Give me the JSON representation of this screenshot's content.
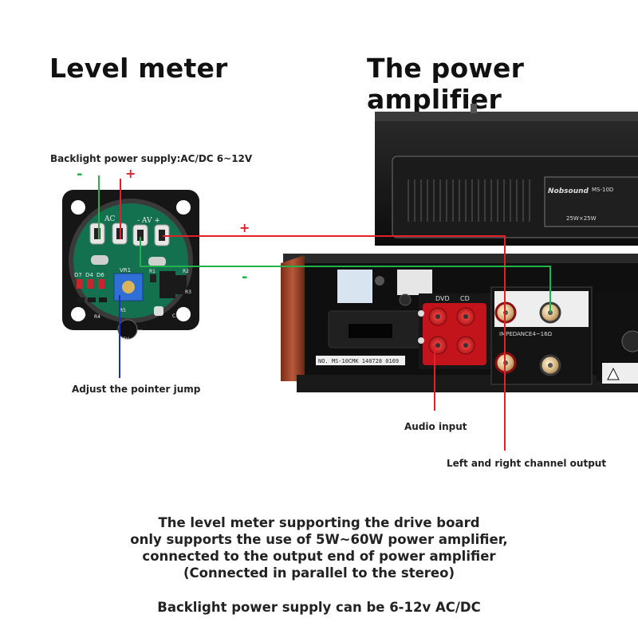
{
  "headings": {
    "left": "Level meter",
    "right": "The power amplifier"
  },
  "labels": {
    "backlight": "Backlight power supply:AC/DC 6~12V",
    "adjust": "Adjust the pointer jump",
    "audio_input": "Audio input",
    "lr_output": "Left and right channel output"
  },
  "signs": {
    "minus": "-",
    "plus": "+"
  },
  "board_text": {
    "ac": "AC",
    "av": "- AV +",
    "d7": "D7",
    "d4": "D4",
    "d6": "D6",
    "vr1": "VR1",
    "r1": "R1",
    "r2": "R2",
    "r3": "R3",
    "r4": "R4",
    "r5": "R5",
    "r7": "R7",
    "c1": "C1",
    "c2": "C2",
    "cap": "16V"
  },
  "amp_text": {
    "brand": "Nobsound",
    "model": "MS-10D",
    "dvd": "DVD",
    "cd": "CD",
    "impedance": "IMPEDANCE4~16Ω",
    "power_line": "25W×25W",
    "serial": "NO. MS-10CMK  140728 0169"
  },
  "footer": {
    "line1": "The level meter supporting the drive board",
    "line2": "only supports the use of 5W~60W power amplifier,",
    "line3": "connected to the output end of power amplifier",
    "line4": "(Connected in parallel to the stereo)",
    "note": "Backlight power supply can be 6-12v AC/DC"
  },
  "colors": {
    "green_wire": "#23b34a",
    "red_wire": "#e0202a",
    "blue_wire": "#1c2fbd",
    "board": "#14714f",
    "wood": "#a2452a",
    "amp_body": "#141414"
  }
}
